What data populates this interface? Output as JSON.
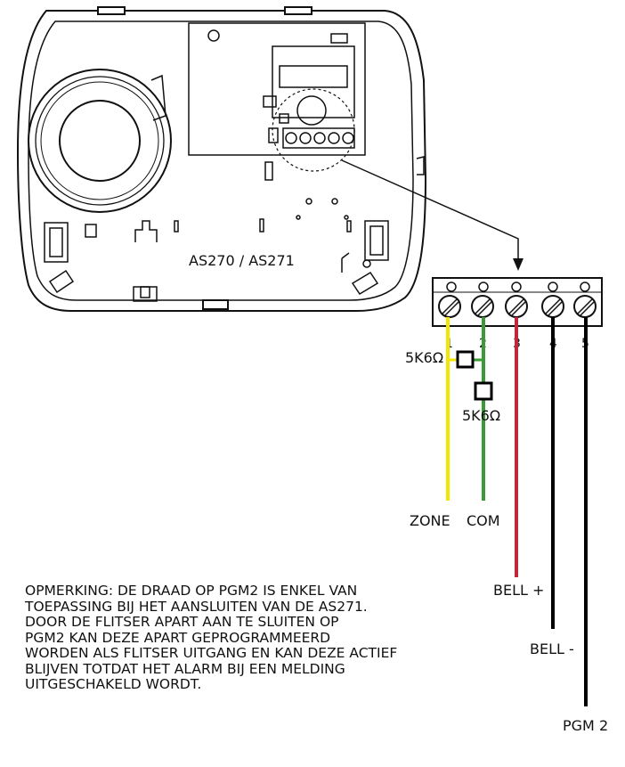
{
  "device": {
    "model_label": "AS270 / AS271"
  },
  "terminals": {
    "numbers": [
      "1",
      "2",
      "3",
      "4",
      "5"
    ]
  },
  "wires": [
    {
      "id": "zone",
      "label": "ZONE",
      "color": "#f2e600"
    },
    {
      "id": "com",
      "label": "COM",
      "color": "#3a9a35"
    },
    {
      "id": "bell_plus",
      "label": "BELL +",
      "color": "#c0283a"
    },
    {
      "id": "bell_minus",
      "label": "BELL -",
      "color": "#000000"
    },
    {
      "id": "pgm2",
      "label": "PGM 2",
      "color": "#000000"
    }
  ],
  "resistors": {
    "r1": "5K6Ω",
    "r2": "5K6Ω"
  },
  "note": {
    "lines": [
      "OPMERKING: DE DRAAD OP PGM2 IS ENKEL VAN",
      "TOEPASSING BIJ  HET AANSLUITEN VAN DE AS271.",
      "DOOR DE FLITSER APART AAN TE SLUITEN OP",
      "PGM2 KAN DEZE APART GEPROGRAMMEERD",
      "WORDEN ALS FLITSER UITGANG EN KAN DEZE ACTIEF",
      "BLIJVEN TOTDAT HET ALARM BIJ EEN MELDING",
      "UITGESCHAKELD WORDT."
    ]
  }
}
